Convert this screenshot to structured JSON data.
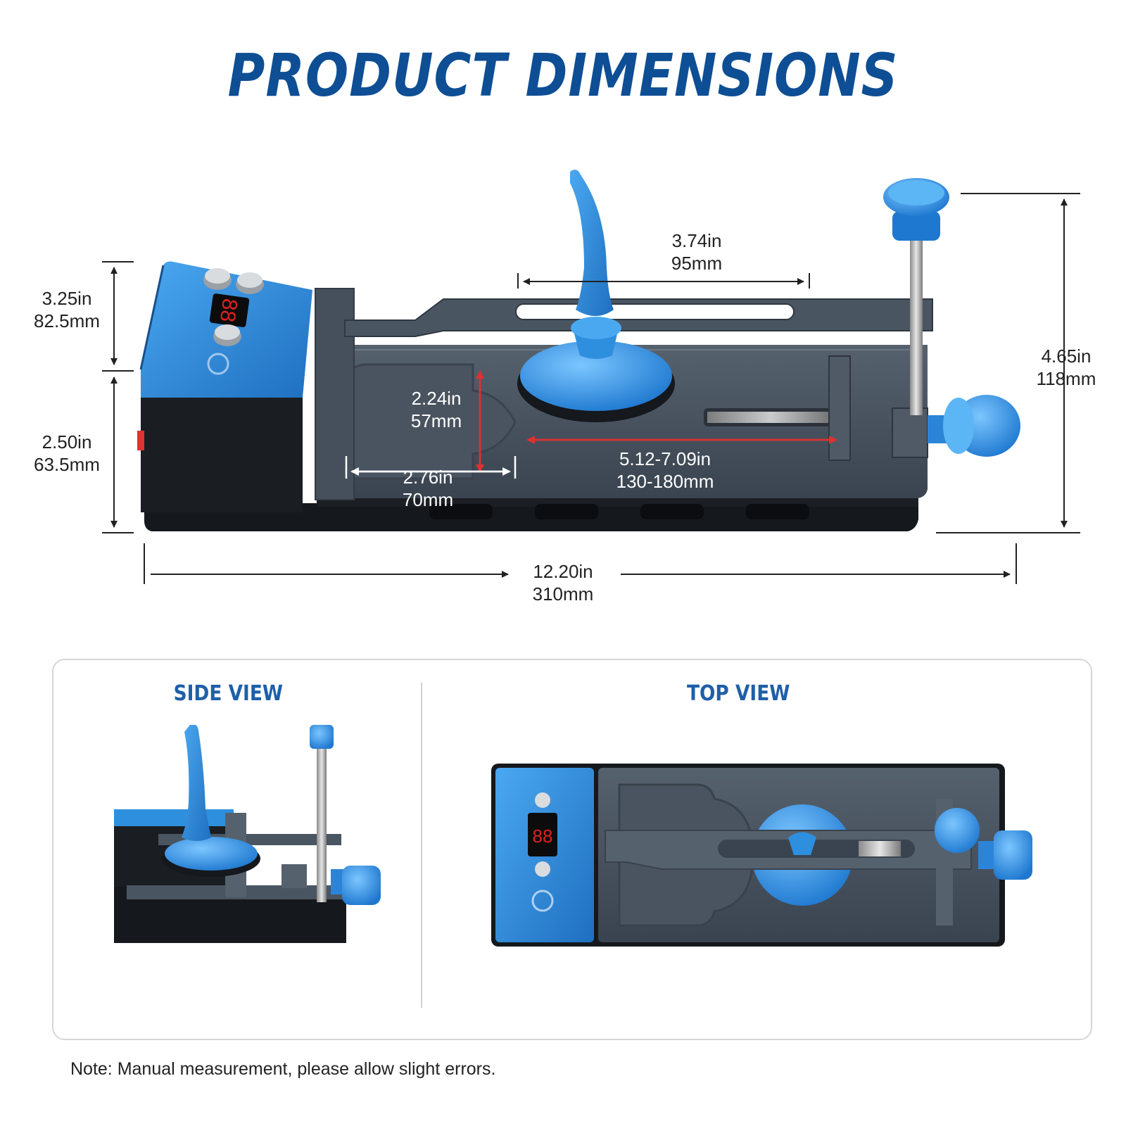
{
  "title": "PRODUCT DIMENSIONS",
  "colors": {
    "title": "#0e4e94",
    "accent_blue": "#2e8fde",
    "body_gray": "#3f4a57",
    "dark_base": "#15181c",
    "arrow_red": "#e03030"
  },
  "dimensions": {
    "top_block_height": {
      "in": "3.25in",
      "mm": "82.5mm"
    },
    "bottom_block_height": {
      "in": "2.50in",
      "mm": "63.5mm"
    },
    "slot_length": {
      "in": "3.74in",
      "mm": "95mm"
    },
    "total_height": {
      "in": "4.65in",
      "mm": "118mm"
    },
    "recess_height": {
      "in": "2.24in",
      "mm": "57mm"
    },
    "recess_width": {
      "in": "2.76in",
      "mm": "70mm"
    },
    "clamp_range": {
      "in": "5.12-7.09in",
      "mm": "130-180mm"
    },
    "total_length": {
      "in": "12.20in",
      "mm": "310mm"
    }
  },
  "views": {
    "side": "SIDE VIEW",
    "top": "TOP VIEW"
  },
  "display_readout": "88",
  "note": "Note: Manual measurement, please allow slight errors."
}
